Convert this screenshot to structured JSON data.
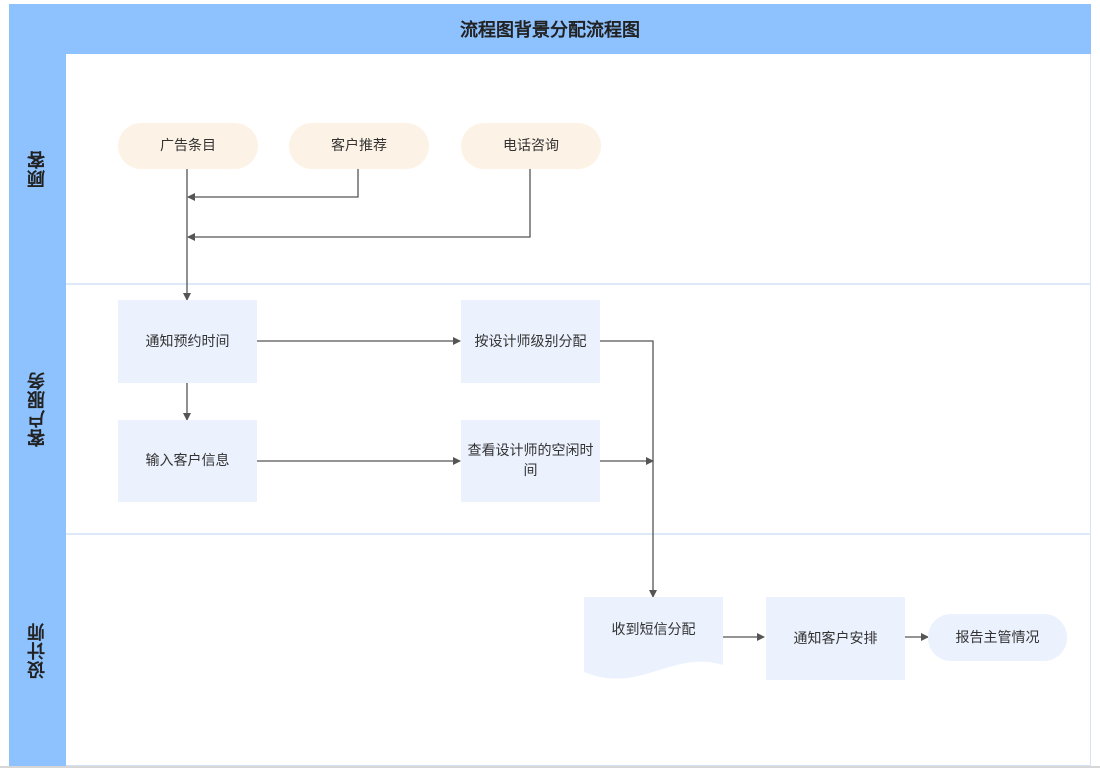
{
  "title": "流程图背景分配流程图",
  "lanes": {
    "customer": "顾客",
    "service": "客户服务",
    "designer": "设计师"
  },
  "nodes": {
    "ad": "广告条目",
    "referral": "客户推荐",
    "phone": "电话咨询",
    "notify_time": "通知预约时间",
    "assign_level": "按设计师级别分配",
    "input_info": "输入客户信息",
    "check_free": "查看设计师的空闲时间",
    "receive_sms": "收到短信分配",
    "notify_arrange": "通知客户安排",
    "report": "报告主管情况"
  },
  "colors": {
    "header": "#8ec2ff",
    "pill_orange": "#fdf2e6",
    "box_blue": "#ebf2fe",
    "arrow": "#555555"
  }
}
